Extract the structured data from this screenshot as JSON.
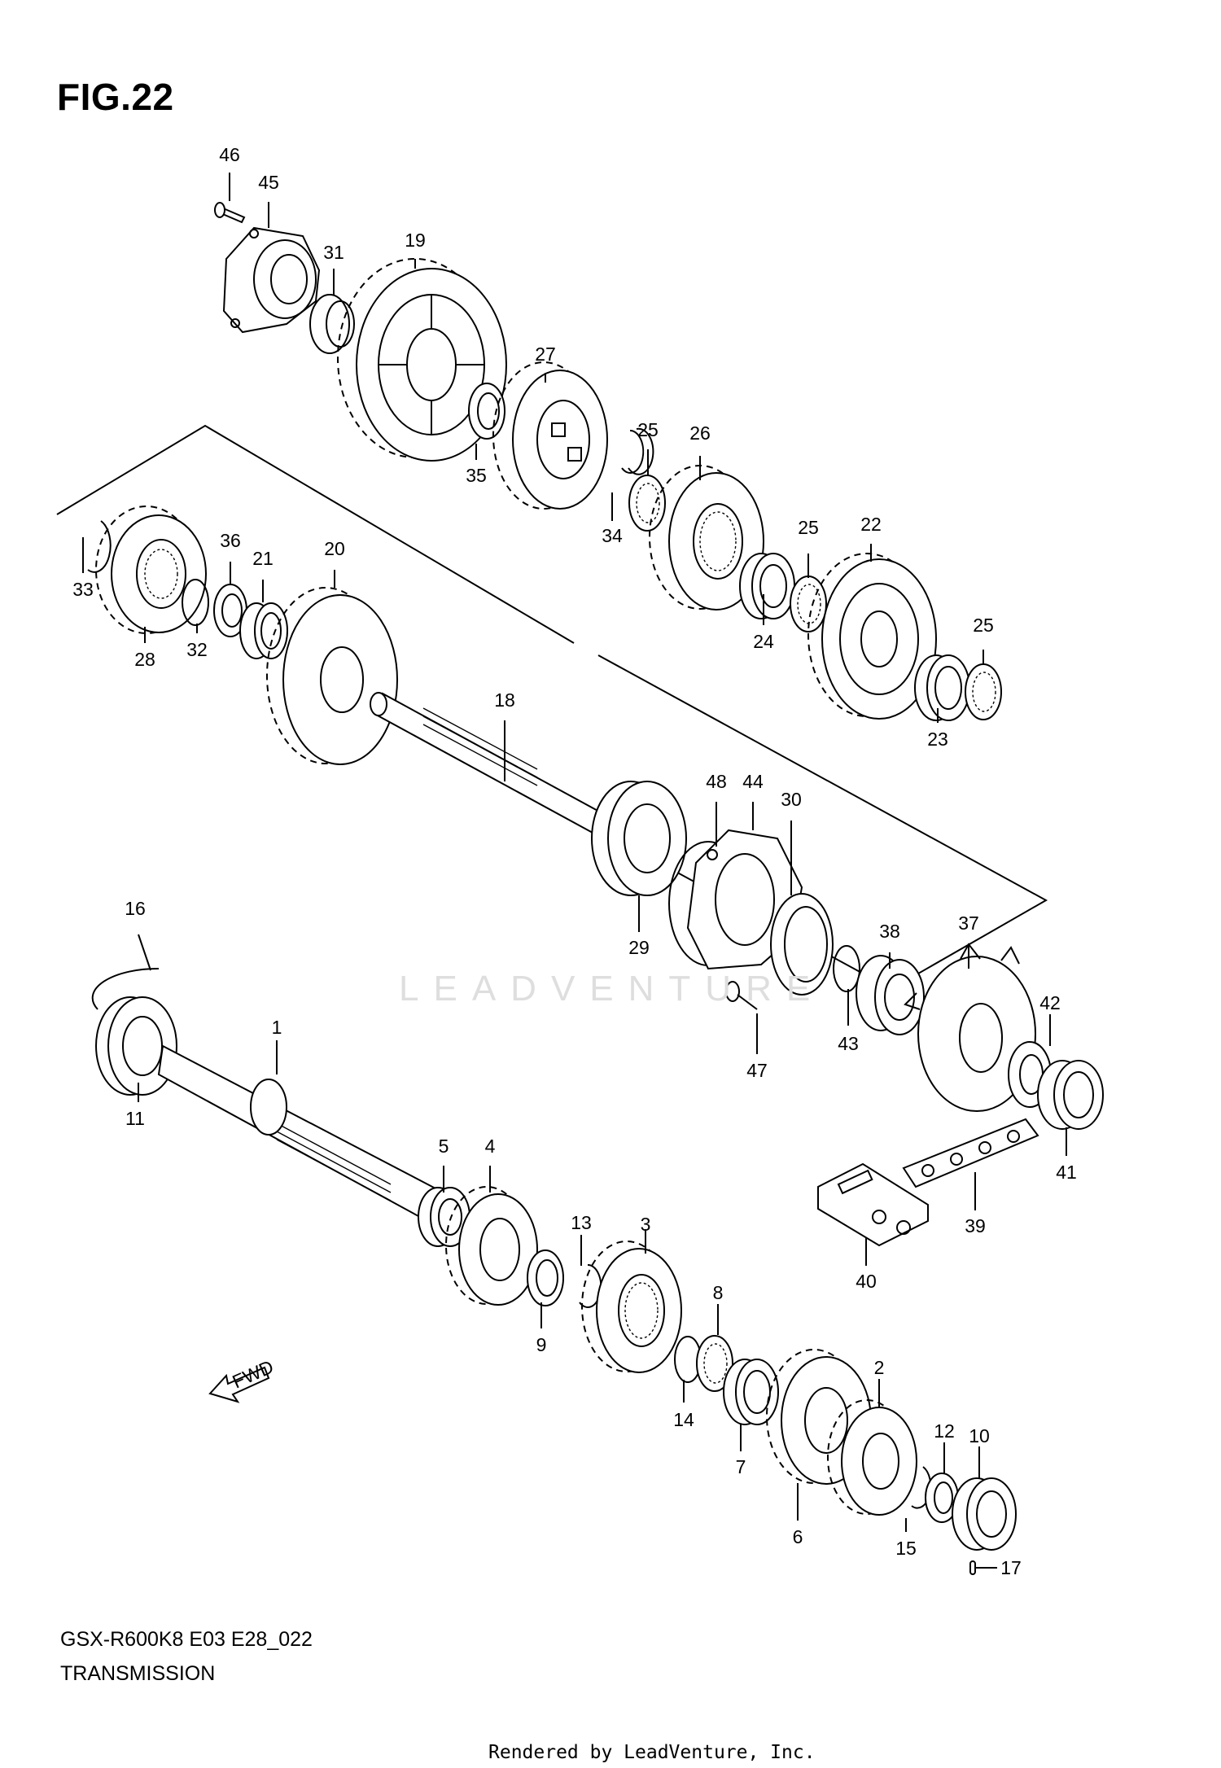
{
  "header": {
    "figure": "FIG.22"
  },
  "footer": {
    "model_code": "GSX-R600K8 E03 E28_022",
    "subtitle": "TRANSMISSION",
    "credit": "Rendered by LeadVenture, Inc."
  },
  "watermark": "LEADVENTURE",
  "fwd_label": "FWD",
  "callouts": [
    {
      "id": "c46",
      "text": "46"
    },
    {
      "id": "c45",
      "text": "45"
    },
    {
      "id": "c31",
      "text": "31"
    },
    {
      "id": "c19",
      "text": "19"
    },
    {
      "id": "c27",
      "text": "27"
    },
    {
      "id": "c35",
      "text": "35"
    },
    {
      "id": "c25a",
      "text": "25"
    },
    {
      "id": "c26",
      "text": "26"
    },
    {
      "id": "c34",
      "text": "34"
    },
    {
      "id": "c25b",
      "text": "25"
    },
    {
      "id": "c22",
      "text": "22"
    },
    {
      "id": "c24",
      "text": "24"
    },
    {
      "id": "c25c",
      "text": "25"
    },
    {
      "id": "c23",
      "text": "23"
    },
    {
      "id": "c33",
      "text": "33"
    },
    {
      "id": "c36",
      "text": "36"
    },
    {
      "id": "c21",
      "text": "21"
    },
    {
      "id": "c20",
      "text": "20"
    },
    {
      "id": "c28",
      "text": "28"
    },
    {
      "id": "c32",
      "text": "32"
    },
    {
      "id": "c18",
      "text": "18"
    },
    {
      "id": "c48",
      "text": "48"
    },
    {
      "id": "c44",
      "text": "44"
    },
    {
      "id": "c30",
      "text": "30"
    },
    {
      "id": "c29",
      "text": "29"
    },
    {
      "id": "c38",
      "text": "38"
    },
    {
      "id": "c37",
      "text": "37"
    },
    {
      "id": "c16",
      "text": "16"
    },
    {
      "id": "c1",
      "text": "1"
    },
    {
      "id": "c11",
      "text": "11"
    },
    {
      "id": "c42",
      "text": "42"
    },
    {
      "id": "c43",
      "text": "43"
    },
    {
      "id": "c47",
      "text": "47"
    },
    {
      "id": "c41",
      "text": "41"
    },
    {
      "id": "c39",
      "text": "39"
    },
    {
      "id": "c40",
      "text": "40"
    },
    {
      "id": "c5",
      "text": "5"
    },
    {
      "id": "c4",
      "text": "4"
    },
    {
      "id": "c13",
      "text": "13"
    },
    {
      "id": "c3",
      "text": "3"
    },
    {
      "id": "c9",
      "text": "9"
    },
    {
      "id": "c8",
      "text": "8"
    },
    {
      "id": "c14",
      "text": "14"
    },
    {
      "id": "c2",
      "text": "2"
    },
    {
      "id": "c7",
      "text": "7"
    },
    {
      "id": "c12",
      "text": "12"
    },
    {
      "id": "c10",
      "text": "10"
    },
    {
      "id": "c6",
      "text": "6"
    },
    {
      "id": "c15",
      "text": "15"
    },
    {
      "id": "c17",
      "text": "17"
    }
  ]
}
